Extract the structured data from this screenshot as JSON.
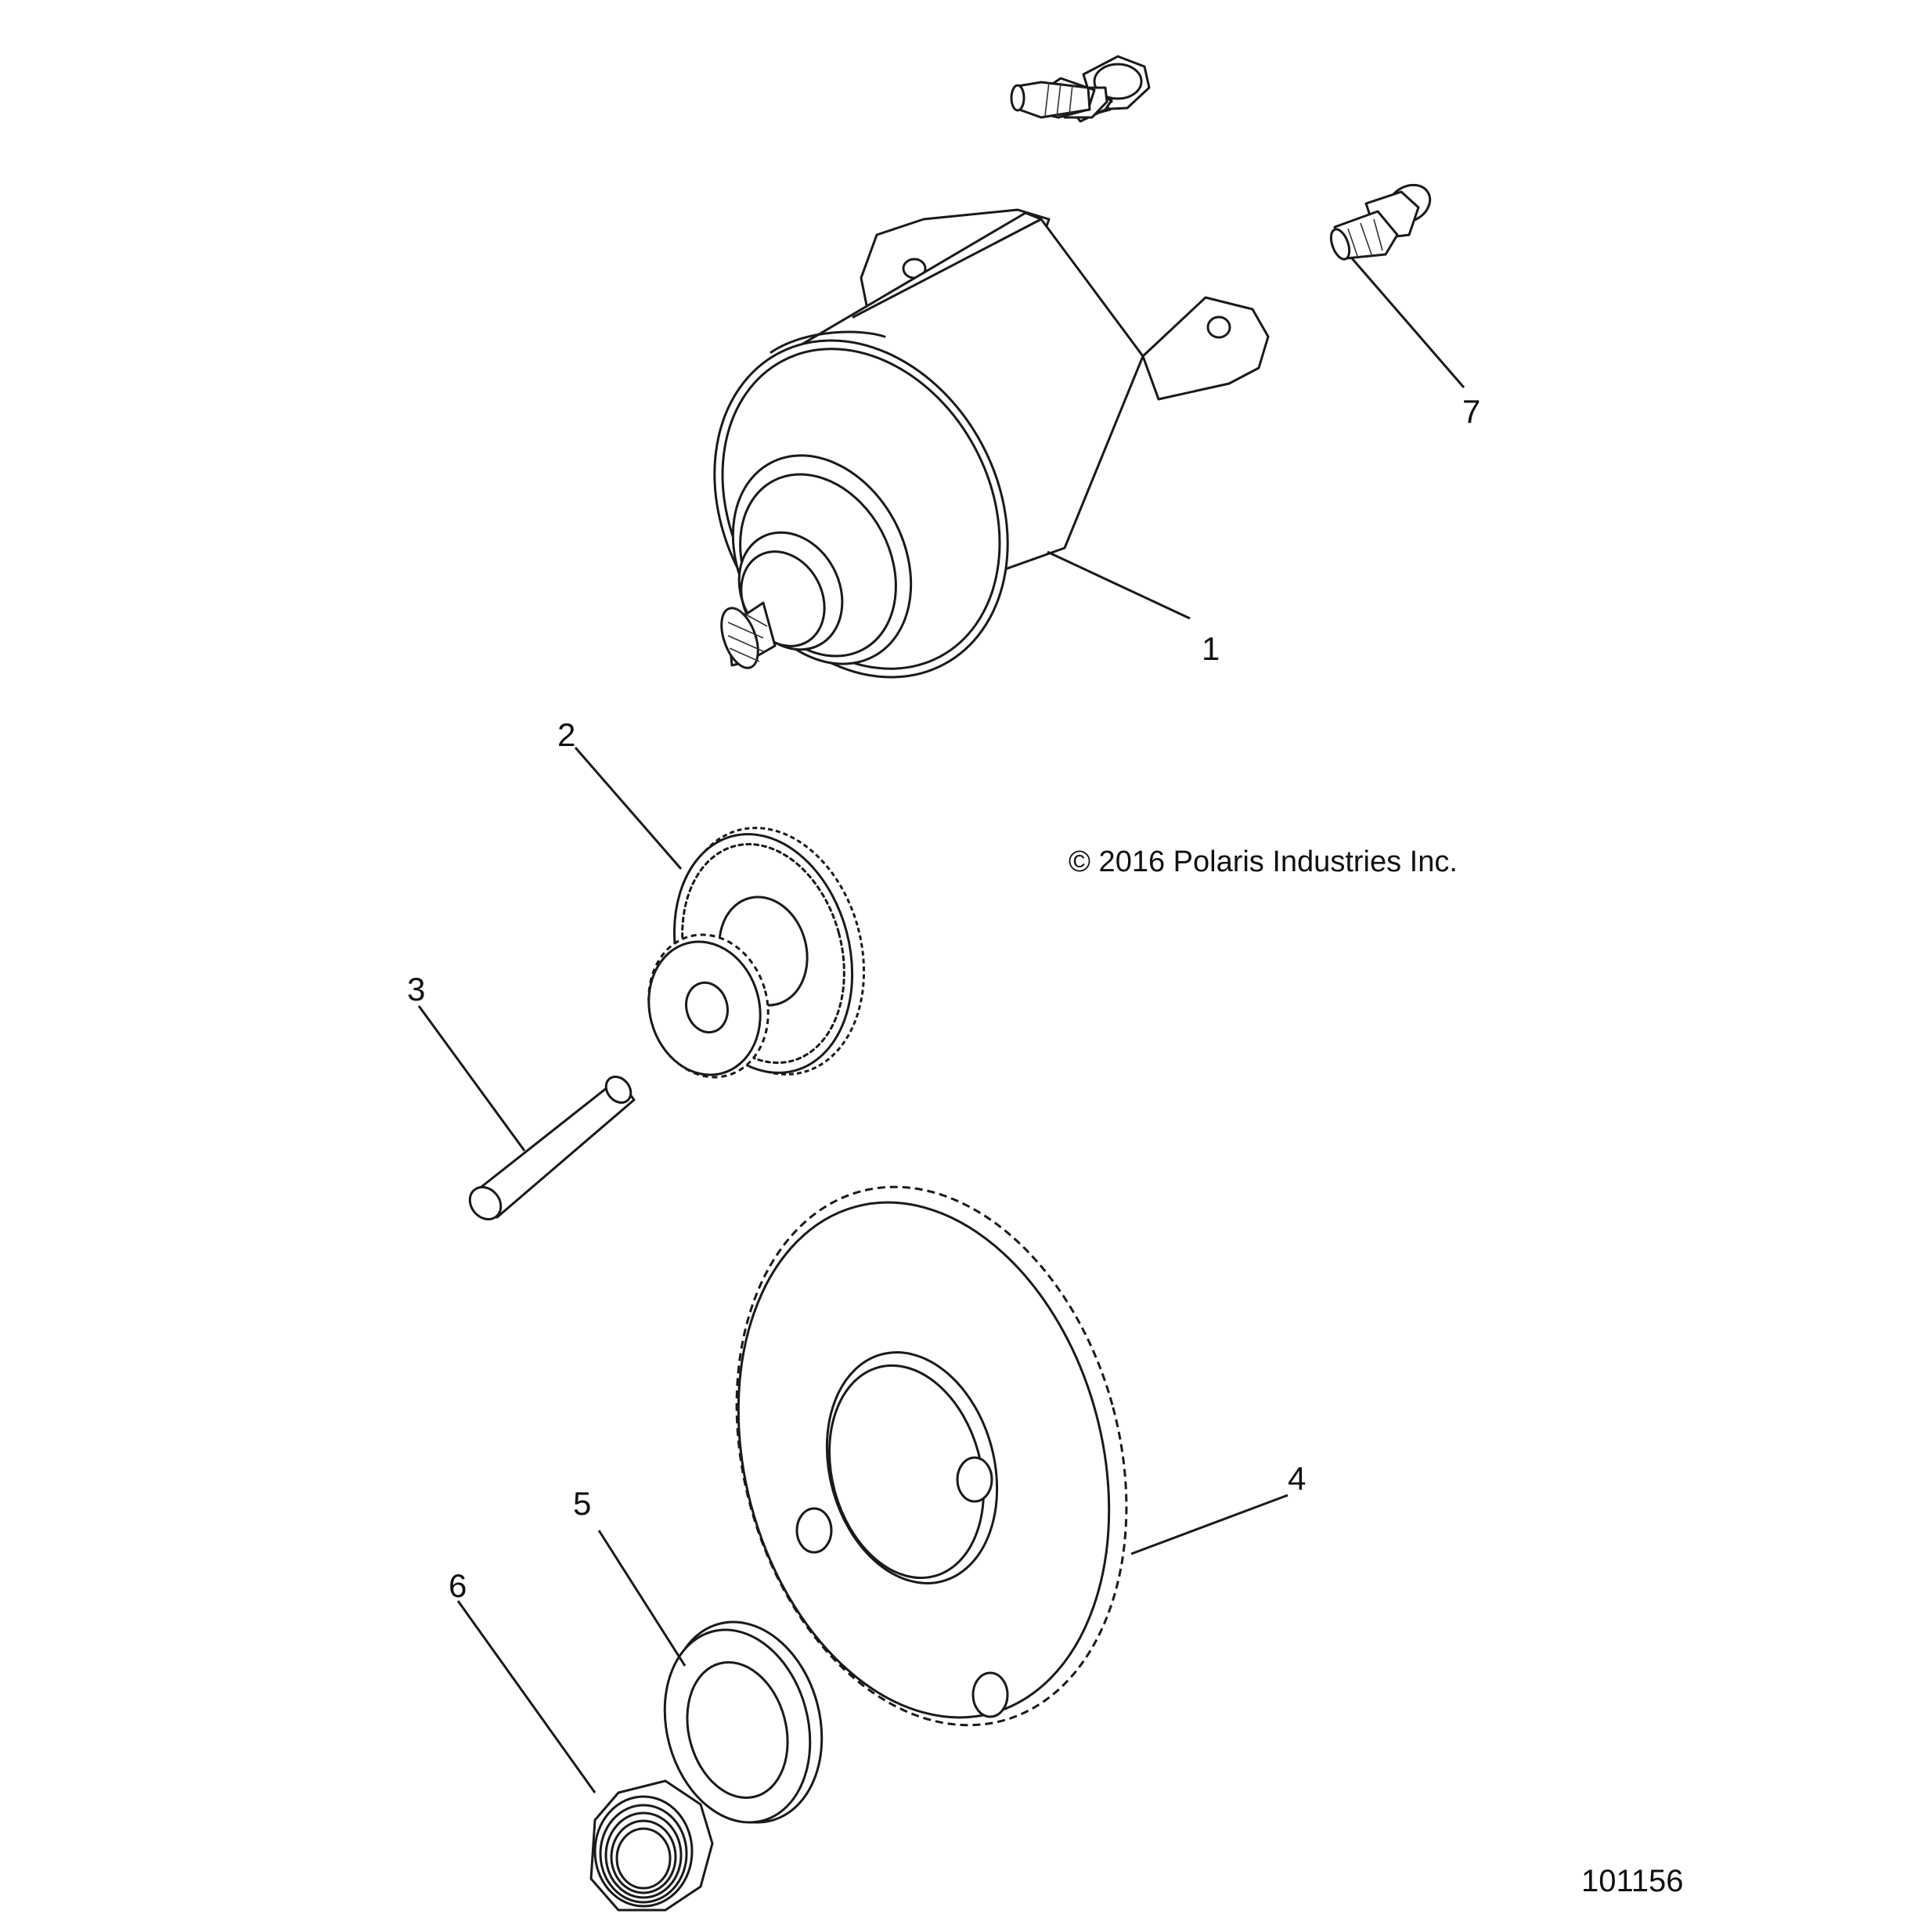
{
  "copyright": "© 2016 Polaris Industries Inc.",
  "figure_number": "101156",
  "callouts": [
    {
      "id": "1",
      "text": "1"
    },
    {
      "id": "2",
      "text": "2"
    },
    {
      "id": "3",
      "text": "3"
    },
    {
      "id": "4",
      "text": "4"
    },
    {
      "id": "5",
      "text": "5"
    },
    {
      "id": "6",
      "text": "6"
    },
    {
      "id": "7",
      "text": "7"
    }
  ]
}
